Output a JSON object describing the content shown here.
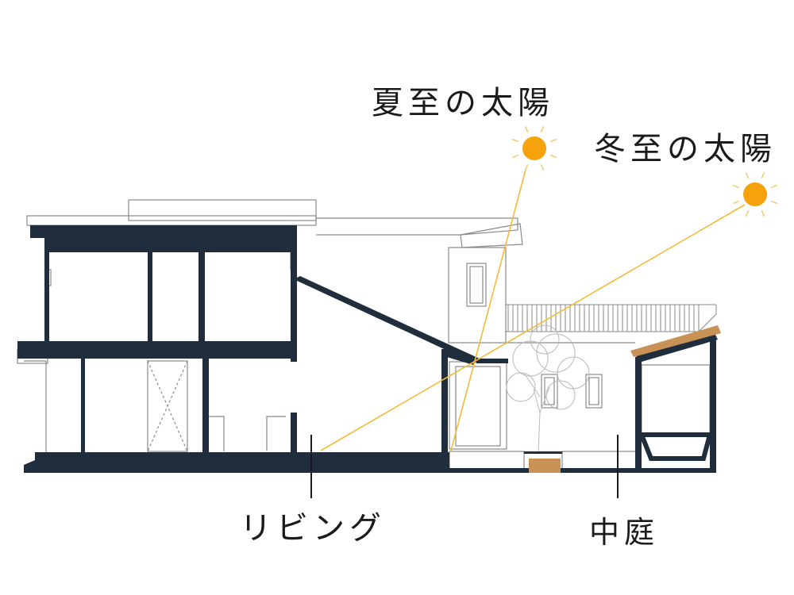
{
  "labels": {
    "summer_sun": "夏至の太陽",
    "winter_sun": "冬至の太陽",
    "living": "リビング",
    "courtyard": "中庭"
  },
  "colors": {
    "structure": "#1f2d3d",
    "sun": "#f5a20c",
    "sun_ray_line": "#f3bb3c",
    "wood": "#c89156",
    "outline": "#8a8a8a",
    "text": "#1b1b1b"
  },
  "icons": {
    "summer_sun": "sun-icon",
    "winter_sun": "sun-icon"
  }
}
